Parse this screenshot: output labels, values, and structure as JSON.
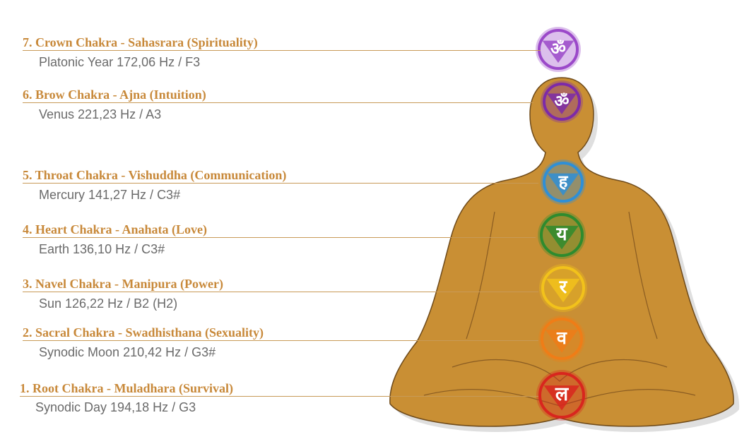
{
  "colors": {
    "title": "#c8893a",
    "subtitle": "#6a6a6a",
    "leader": "#c89a58",
    "body_fill": "#c98f34",
    "body_stroke": "#6e4a1a",
    "shadow": "#bdbdbd"
  },
  "chakras": [
    {
      "id": "crown",
      "title": "7. Crown Chakra - Sahasrara (Spirituality)",
      "subtitle": "Platonic Year 172,06 Hz / F3",
      "color": "#9b49c9",
      "glyph": "ॐ",
      "icon": "crown-chakra-icon"
    },
    {
      "id": "brow",
      "title": "6. Brow Chakra - Ajna (Intuition)",
      "subtitle": "Venus 221,23 Hz / A3",
      "color": "#7d2aa8",
      "glyph": "ॐ",
      "icon": "brow-chakra-icon"
    },
    {
      "id": "throat",
      "title": "5. Throat Chakra - Vishuddha (Communication)",
      "subtitle": "Mercury 141,27 Hz / C3#",
      "color": "#2f8fd6",
      "glyph": "ह",
      "icon": "throat-chakra-icon"
    },
    {
      "id": "heart",
      "title": "4. Heart Chakra - Anahata (Love)",
      "subtitle": "Earth 136,10 Hz / C3#",
      "color": "#2e8b2e",
      "glyph": "य",
      "icon": "heart-chakra-icon"
    },
    {
      "id": "navel",
      "title": "3. Navel Chakra - Manipura (Power)",
      "subtitle": "Sun 126,22 Hz / B2 (H2)",
      "color": "#f2c21b",
      "glyph": "र",
      "icon": "navel-chakra-icon"
    },
    {
      "id": "sacral",
      "title": "2. Sacral Chakra - Swadhisthana (Sexuality)",
      "subtitle": "Synodic Moon 210,42 Hz / G3#",
      "color": "#ef7d17",
      "glyph": "व",
      "icon": "sacral-chakra-icon"
    },
    {
      "id": "root",
      "title": "1. Root Chakra - Muladhara (Survival)",
      "subtitle": "Synodic Day 194,18 Hz / G3",
      "color": "#d8261e",
      "glyph": "ल",
      "icon": "root-chakra-icon"
    }
  ]
}
